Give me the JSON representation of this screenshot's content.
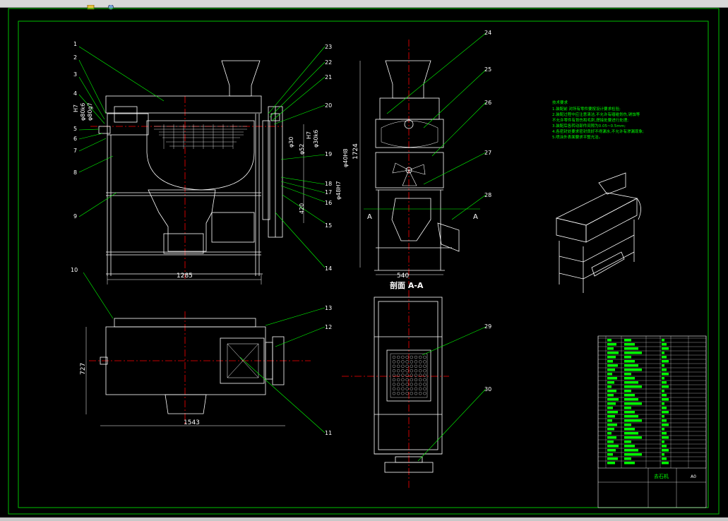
{
  "colors": {
    "background": "#000000",
    "frame": "#00c000",
    "line": "#ffffff",
    "leader": "#00ff00",
    "center": "#ff0000",
    "hidden": "#c8c8ff"
  },
  "toolbar": {
    "icons": [
      "toolbar-icon-a",
      "toolbar-icon-b"
    ]
  },
  "drawing": {
    "part_numbers": {
      "p1": "1",
      "p2": "2",
      "p3": "3",
      "p4": "4",
      "p5": "5",
      "p6": "6",
      "p7": "7",
      "p8": "8",
      "p9": "9",
      "p10": "10",
      "p11": "11",
      "p12": "12",
      "p13": "13",
      "p14": "14",
      "p15": "15",
      "p16": "16",
      "p17": "17",
      "p18": "18",
      "p19": "19",
      "p20": "20",
      "p21": "21",
      "p22": "22",
      "p23": "23",
      "p24": "24",
      "p25": "25",
      "p26": "26",
      "p27": "27",
      "p28": "28",
      "p29": "29",
      "p30": "30"
    },
    "dims": {
      "front_width": "1285",
      "side_width": "540",
      "side_height": "1724",
      "plan_length": "1543",
      "plan_width": "727",
      "fit_left_1": "H7",
      "fit_left_2": "φ80k6",
      "fit_left_3": "φ80g7",
      "fit_mid_1": "H7",
      "fit_mid_2": "φ30k6",
      "fit_mid_3": "φ40H8",
      "fit_r1": "φ30",
      "fit_r2": "φ52",
      "fit_r3": "φ48H7",
      "fit_r4": "420"
    },
    "section_title": "剖面 A-A",
    "section_marks": {
      "left": "A",
      "right": "A"
    },
    "notes": {
      "title": "技术要求",
      "lines": [
        "1.装配前 对所有零件要按设计要求检验;",
        "2.装配过程中应注意清洁,不允许有磕碰划伤,锈蚀等",
        "  不允许零件有划伤和毛刺,焊接处要进行处理;",
        "3.装配后各转动部件间隙为0.05~0.5mm;",
        "4.各密封处要求密封良好不得漏水,不允许有渗漏现象;",
        "5.喷涂外表面要求平整光洁。"
      ]
    },
    "title_block": {
      "name": "去石机",
      "code": "A0"
    }
  }
}
